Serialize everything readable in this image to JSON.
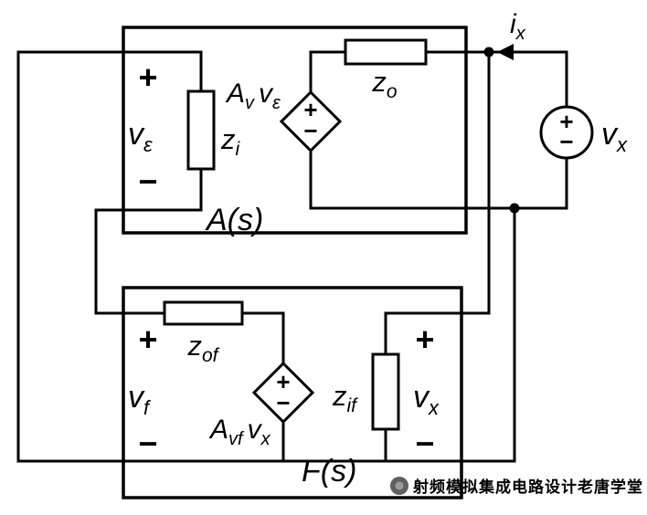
{
  "watermark": {
    "text": "射频模拟集成电路设计老唐学堂"
  },
  "signs": {
    "plus": "+",
    "minus": "−"
  },
  "colors": {
    "wire": "#000000",
    "watermark_text": "#8f8f8f",
    "watermark_logo": "#606060",
    "background": "#ffffff"
  },
  "amplifier_block": {
    "name_label": "A(s)",
    "input_voltage": {
      "base": "v",
      "sub": "ε"
    },
    "input_impedance": {
      "base": "z",
      "sub": "i"
    },
    "controlled_source": {
      "gain_base": "A",
      "gain_sub": "v",
      "ctrl_base": "v",
      "ctrl_sub": "ε"
    },
    "output_impedance": {
      "base": "z",
      "sub": "o"
    }
  },
  "feedback_block": {
    "name_label": "F(s)",
    "feedback_voltage": {
      "base": "v",
      "sub": "f"
    },
    "output_impedance": {
      "base": "z",
      "sub": "of"
    },
    "controlled_source": {
      "gain_base": "A",
      "gain_sub": "vf",
      "ctrl_base": "v",
      "ctrl_sub": "x"
    },
    "input_impedance": {
      "base": "z",
      "sub": "if"
    },
    "port_voltage": {
      "base": "v",
      "sub": "x"
    }
  },
  "test_source": {
    "current_label": {
      "base": "i",
      "sub": "x"
    },
    "voltage_label": {
      "base": "v",
      "sub": "x"
    }
  }
}
